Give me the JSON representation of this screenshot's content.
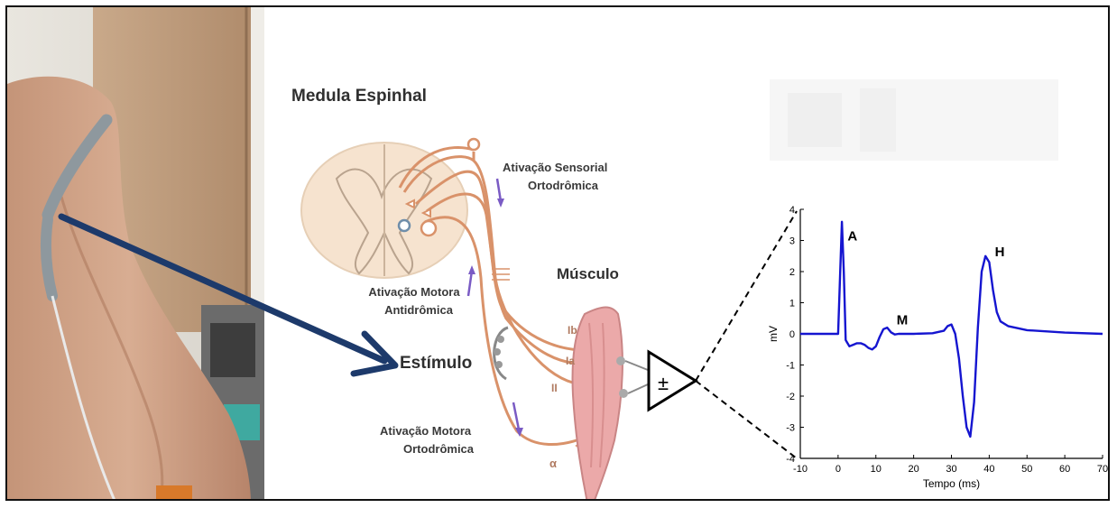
{
  "labels": {
    "title": "Medula Espinhal",
    "sensory_line1": "Ativação Sensorial",
    "sensory_line2": "Ortodrômica",
    "motor_antidromic_line1": "Ativação Motora",
    "motor_antidromic_line2": "Antidrômica",
    "stimulus": "Estímulo",
    "muscle": "Músculo",
    "motor_orthodromic_line1": "Ativação Motora",
    "motor_orthodromic_line2": "Ortodrômica",
    "fiber_labels": [
      "Ib",
      "Ia",
      "II",
      "α"
    ],
    "amplifier_symbol": "±"
  },
  "colors": {
    "nerve": "#d9926a",
    "cord_fill": "#f6e3cf",
    "muscle_fill": "#eba9a9",
    "arrow_blue": "#1d3a6b",
    "trace": "#1515d0",
    "purple_arrow": "#7a5bc4"
  },
  "chart_data": {
    "type": "line",
    "xlabel": "Tempo (ms)",
    "ylabel": "mV",
    "xlim": [
      -10,
      70
    ],
    "ylim": [
      -4,
      4
    ],
    "xticks": [
      -10,
      0,
      10,
      20,
      30,
      40,
      50,
      60,
      70
    ],
    "yticks": [
      -4,
      -3,
      -2,
      -1,
      0,
      1,
      2,
      3,
      4
    ],
    "series": [
      {
        "x": [
          -10,
          0,
          0.5,
          1,
          1.5,
          2,
          3,
          4,
          5,
          6,
          7,
          8,
          9,
          10,
          11,
          12,
          13,
          14,
          15,
          16,
          18,
          20,
          25,
          28,
          29,
          30,
          31,
          32,
          33,
          34,
          35,
          36,
          37,
          38,
          39,
          40,
          41,
          42,
          43,
          45,
          50,
          60,
          70
        ],
        "y": [
          0,
          0,
          1.8,
          3.6,
          2.0,
          -0.2,
          -0.4,
          -0.35,
          -0.3,
          -0.3,
          -0.35,
          -0.45,
          -0.5,
          -0.4,
          -0.1,
          0.15,
          0.2,
          0.05,
          -0.02,
          0,
          0,
          0,
          0.02,
          0.1,
          0.25,
          0.3,
          0.0,
          -0.8,
          -2.0,
          -3.0,
          -3.3,
          -2.2,
          0.2,
          2.0,
          2.5,
          2.3,
          1.4,
          0.7,
          0.4,
          0.25,
          0.12,
          0.04,
          0
        ]
      }
    ],
    "annotations": [
      {
        "text": "A",
        "x": 2.5,
        "y": 3.0
      },
      {
        "text": "M",
        "x": 15.5,
        "y": 0.3
      },
      {
        "text": "H",
        "x": 41.5,
        "y": 2.5
      }
    ]
  }
}
